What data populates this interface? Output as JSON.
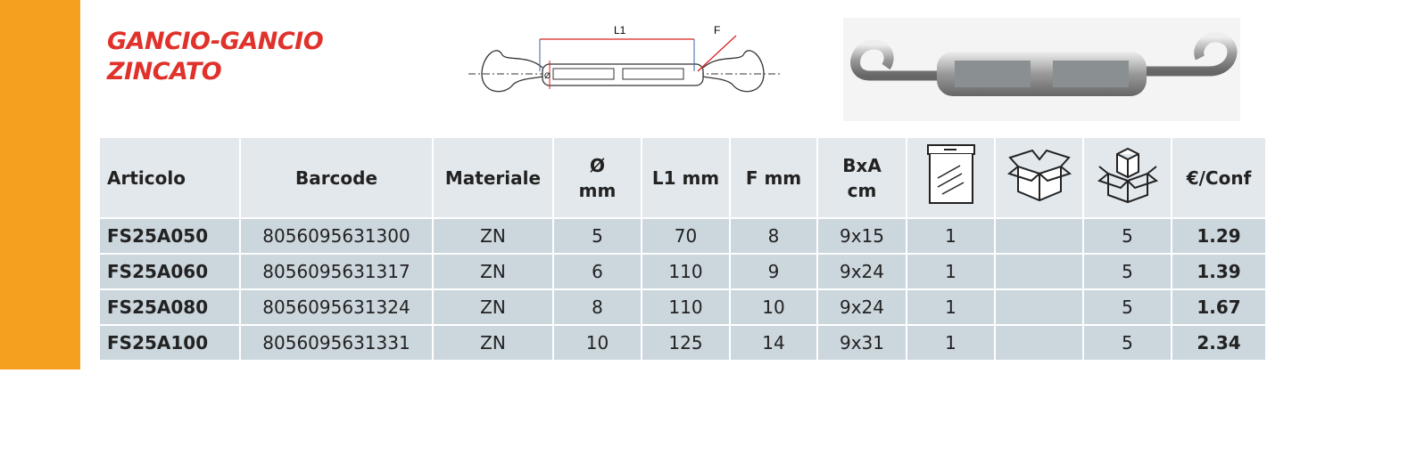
{
  "title": [
    "GANCIO-GANCIO",
    "ZINCATO"
  ],
  "diagram": {
    "l1": "L1",
    "f": "F",
    "dia": "Ø"
  },
  "colors": {
    "accent": "#f5a11f",
    "title": "#e0312b",
    "header_bg": "#e3e8ec",
    "row_bg": "#ccd6dd"
  },
  "table": {
    "headers": [
      "Articolo",
      "Barcode",
      "Materiale",
      "Ø",
      "mm",
      "L1 mm",
      "F mm",
      "BxA",
      "cm",
      "€/Conf"
    ],
    "icons": [
      "bag-icon",
      "box-icon",
      "multi-box-icon"
    ],
    "rows": [
      [
        "FS25A050",
        "8056095631300",
        "ZN",
        "5",
        "70",
        "8",
        "9x15",
        "1",
        "",
        "5",
        "1.29"
      ],
      [
        "FS25A060",
        "8056095631317",
        "ZN",
        "6",
        "110",
        "9",
        "9x24",
        "1",
        "",
        "5",
        "1.39"
      ],
      [
        "FS25A080",
        "8056095631324",
        "ZN",
        "8",
        "110",
        "10",
        "9x24",
        "1",
        "",
        "5",
        "1.67"
      ],
      [
        "FS25A100",
        "8056095631331",
        "ZN",
        "10",
        "125",
        "14",
        "9x31",
        "1",
        "",
        "5",
        "2.34"
      ]
    ]
  }
}
